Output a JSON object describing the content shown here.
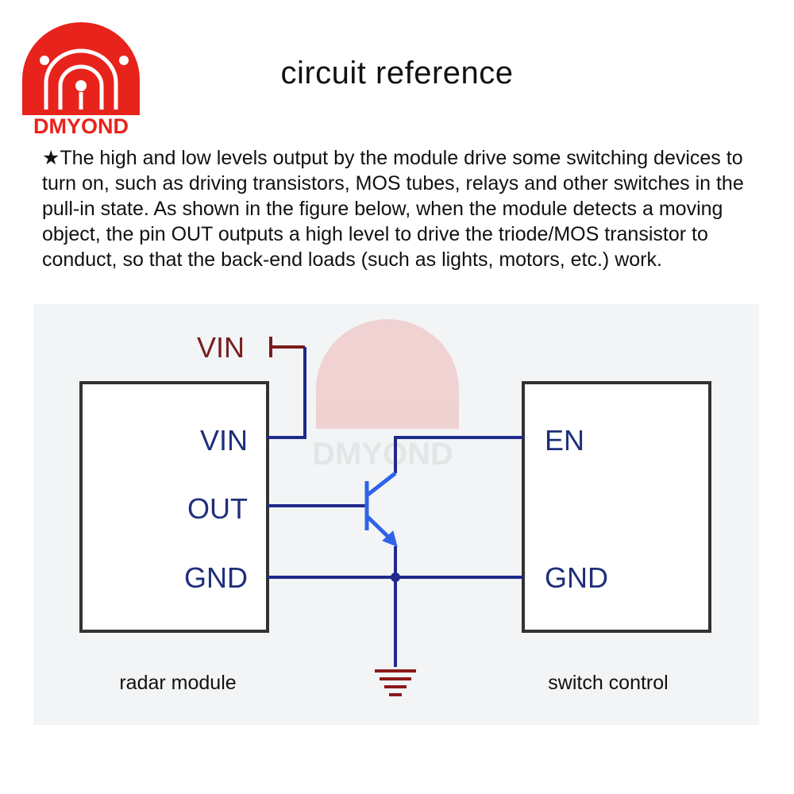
{
  "logo": {
    "brand": "DMYOND",
    "color": "#e8231c"
  },
  "header": {
    "title": "circuit reference"
  },
  "description": {
    "text": "★The high and low levels output by the module drive some switching devices to turn on, such as driving transistors, MOS tubes, relays and other switches in the pull-in state. As shown in the figure below, when the module detects a moving object, the pin OUT outputs a high level to drive the triode/MOS transistor to conduct, so that the back-end loads (such as lights, motors, etc.) work."
  },
  "diagram": {
    "supply_label": "VIN",
    "radar_module": {
      "caption": "radar module",
      "pins": {
        "vin": "VIN",
        "out": "OUT",
        "gnd": "GND"
      }
    },
    "switch_control": {
      "caption": "switch control",
      "pins": {
        "en": "EN",
        "gnd": "GND"
      }
    },
    "watermark": "DMYOND",
    "colors": {
      "wire": "#1f2a8a",
      "transistor": "#2f63e8",
      "supply": "#7a1d1d",
      "ground": "#8b1a1a",
      "box": "#333333"
    }
  }
}
